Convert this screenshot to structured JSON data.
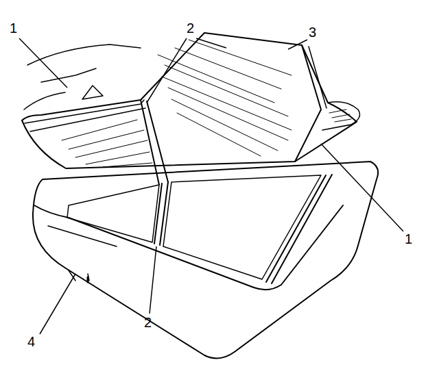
{
  "diagram": {
    "labels": [
      "1",
      "2",
      "3",
      "1",
      "2",
      "4"
    ]
  }
}
